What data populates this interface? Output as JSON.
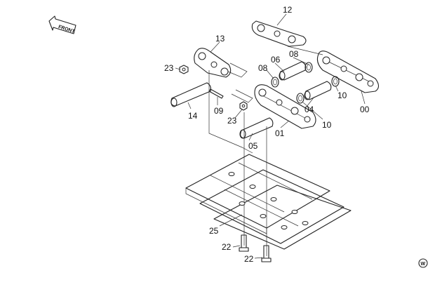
{
  "front_arrow": {
    "label": "FRONT"
  },
  "corner_mark": {
    "letter": "W"
  },
  "callouts": {
    "c12": "12",
    "c13": "13",
    "c23a": "23",
    "c06": "06",
    "c08a": "08",
    "c08b": "08",
    "c10a": "10",
    "c14": "14",
    "c09": "09",
    "c23b": "23",
    "c04": "04",
    "c10b": "10",
    "c00": "00",
    "c01": "01",
    "c05": "05",
    "c25": "25",
    "c22a": "22",
    "c22b": "22"
  }
}
